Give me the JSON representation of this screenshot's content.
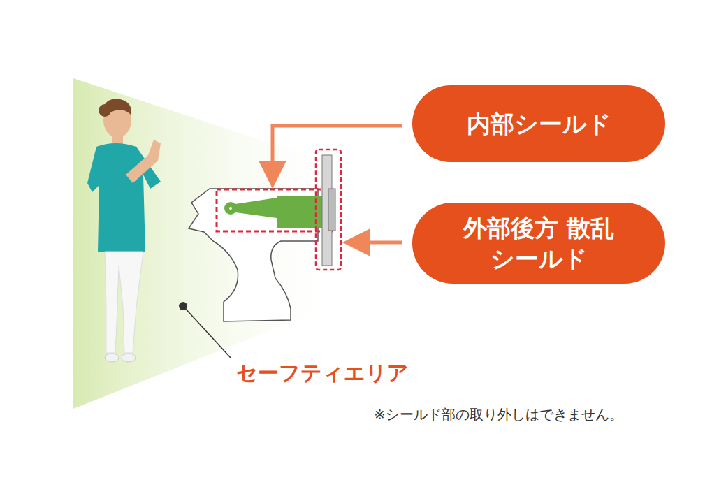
{
  "diagram": {
    "nodes": [
      {
        "text": [
          "内部シールド"
        ]
      },
      {
        "text": [
          "外部後方 散乱シールド"
        ]
      }
    ],
    "labels": [
      "セーフティエリア",
      "※シールド部の取り外しはできません。"
    ]
  }
}
